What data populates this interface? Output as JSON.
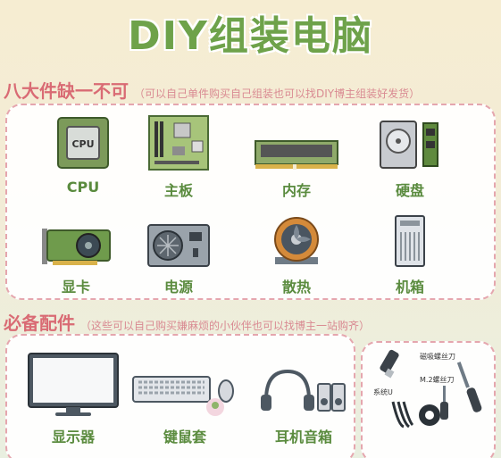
{
  "title": "DIY组装电脑",
  "section1": {
    "title": "八大件缺一不可",
    "note": "（可以自己单件购买自己组装也可以找DIY博主组装好发货）",
    "items": [
      {
        "label": "CPU",
        "icon": "cpu-icon",
        "chip_text": "CPU"
      },
      {
        "label": "主板",
        "icon": "motherboard-icon"
      },
      {
        "label": "内存",
        "icon": "ram-icon"
      },
      {
        "label": "硬盘",
        "icon": "hard-drive-icon"
      },
      {
        "label": "显卡",
        "icon": "graphics-card-icon"
      },
      {
        "label": "电源",
        "icon": "power-supply-icon"
      },
      {
        "label": "散热",
        "icon": "cpu-cooler-icon"
      },
      {
        "label": "机箱",
        "icon": "pc-case-icon"
      }
    ]
  },
  "section2": {
    "title": "必备配件",
    "note": "（这些可以自己购买嫌麻烦的小伙伴也可以找博主一站购齐）",
    "items": [
      {
        "label": "显示器",
        "icon": "monitor-icon"
      },
      {
        "label": "键鼠套",
        "icon": "keyboard-mouse-icon"
      },
      {
        "label": "耳机音箱",
        "icon": "headphones-speakers-icon"
      }
    ]
  },
  "tools": {
    "items": [
      {
        "label": "磁吸螺丝刀",
        "icon": "magnetic-screwdriver-icon"
      },
      {
        "label": "M.2螺丝刀",
        "icon": "m2-screwdriver-icon"
      },
      {
        "label": "系统U",
        "icon": "usb-drive-icon"
      },
      {
        "label": "",
        "icon": "cable-ties-icon"
      },
      {
        "label": "",
        "icon": "tape-icon"
      }
    ]
  },
  "colors": {
    "title": "#6ea24a",
    "section": "#d96b74",
    "label": "#5a8b3e",
    "border": "#e5a6ae"
  }
}
